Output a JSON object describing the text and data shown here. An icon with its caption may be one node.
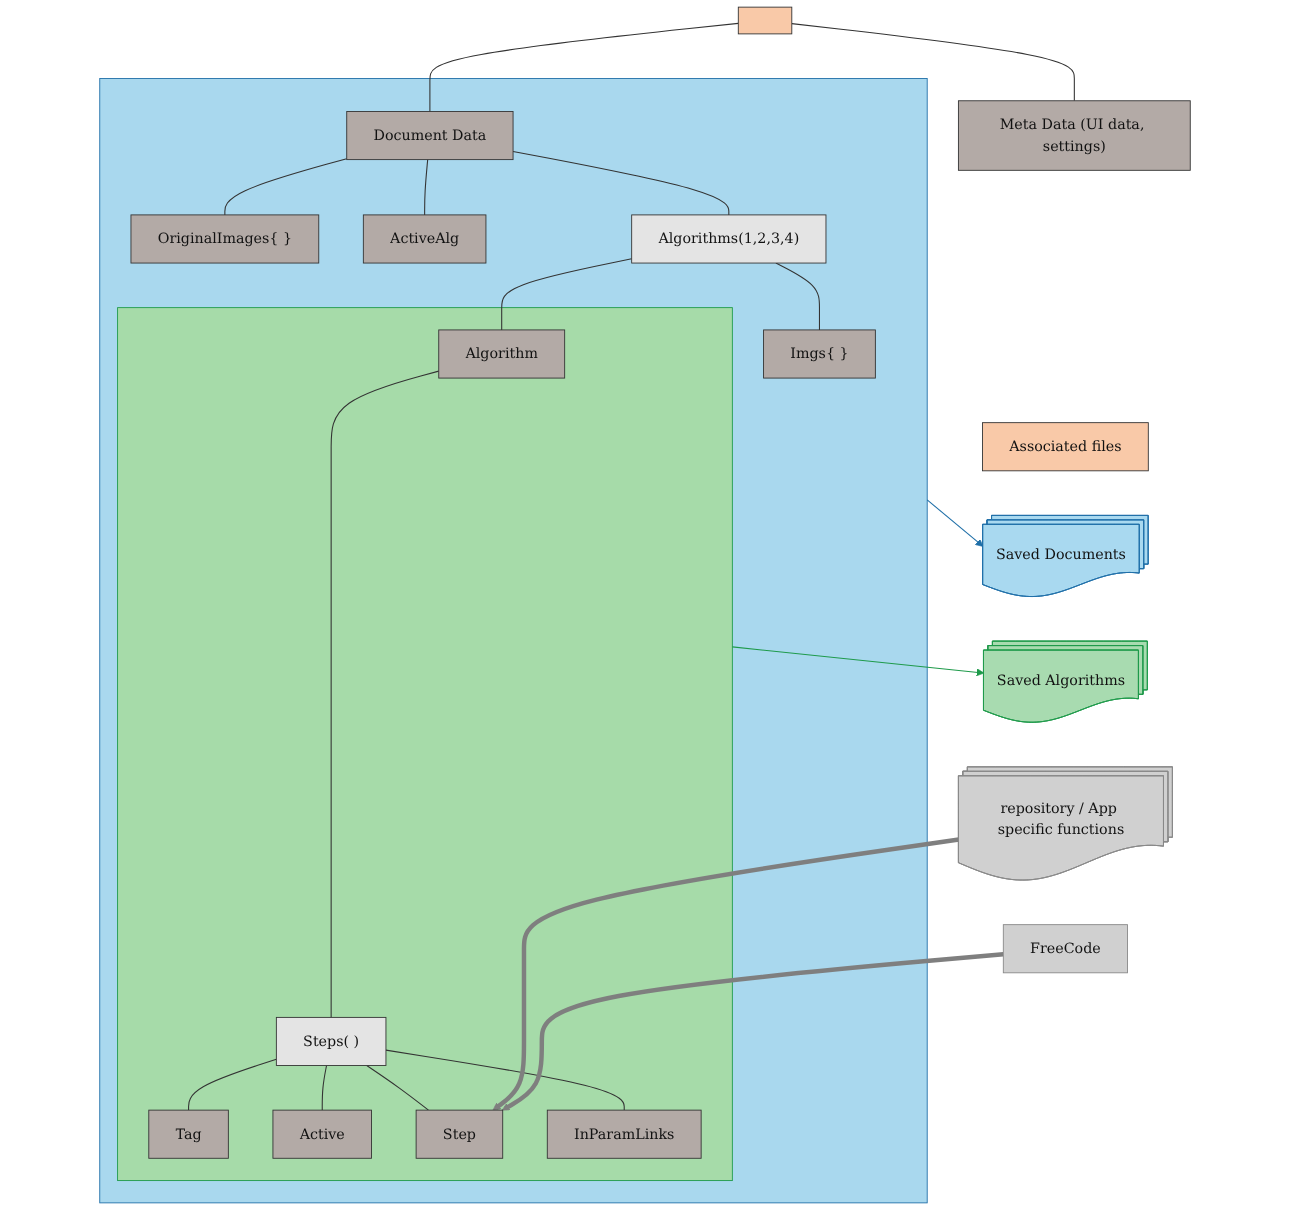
{
  "diagram": {
    "nodes": [
      {
        "text": [],
        "shape": "box"
      },
      {
        "text": [
          "Meta Data (UI data, settings)"
        ]
      },
      {
        "text": [],
        "shape": "box"
      },
      {
        "text": [
          "Document Data"
        ],
        "in": 2
      },
      {
        "text": [
          "OriginalImages{ }"
        ],
        "in": 2
      },
      {
        "text": [
          "ActiveAlg"
        ],
        "in": 2
      },
      {
        "text": [
          "Algorithms(1,2,3,4)"
        ],
        "in": 2
      },
      {
        "text": [
          "Imgs{ }"
        ],
        "in": 2
      },
      {
        "text": [],
        "shape": "box",
        "in": 2
      },
      {
        "text": [
          "Algorithm"
        ],
        "in": 8
      },
      {
        "text": [
          "Steps( )"
        ],
        "in": 8
      },
      {
        "text": [
          "Tag"
        ],
        "in": 8
      },
      {
        "text": [
          "Active"
        ],
        "in": 8
      },
      {
        "text": [
          "Step"
        ],
        "in": 8
      },
      {
        "text": [
          "InParamLinks"
        ],
        "in": 8
      },
      {
        "text": [
          "Associated files"
        ]
      },
      {
        "text": [
          "Saved Documents"
        ]
      },
      {
        "text": [
          "Saved Algorithms"
        ]
      },
      {
        "text": [
          "repository / App specific functions"
        ]
      },
      {
        "text": [
          "FreeCode"
        ]
      }
    ],
    "edges": [
      {
        "from": 0,
        "to": 1,
        "arrow": "none"
      },
      {
        "from": 0,
        "to": 3,
        "arrow": "none"
      },
      {
        "from": 3,
        "to": 4,
        "arrow": "none"
      },
      {
        "from": 3,
        "to": 5,
        "arrow": "none"
      },
      {
        "from": 3,
        "to": 6,
        "arrow": "none"
      },
      {
        "from": 6,
        "to": 7,
        "arrow": "none"
      },
      {
        "from": 6,
        "to": 9,
        "arrow": "none"
      },
      {
        "from": 9,
        "to": 10,
        "arrow": "none"
      },
      {
        "from": 10,
        "to": 11,
        "arrow": "none"
      },
      {
        "from": 10,
        "to": 12,
        "arrow": "none"
      },
      {
        "from": 10,
        "to": 13,
        "arrow": "none"
      },
      {
        "from": 10,
        "to": 14,
        "arrow": "none"
      },
      {
        "from": 2,
        "to": 16,
        "arrow": "to",
        "color": "#1f6fa8"
      },
      {
        "from": 8,
        "to": 17,
        "arrow": "to",
        "color": "#1e9a4a"
      },
      {
        "from": 18,
        "to": 13,
        "arrow": "to",
        "style": "thick",
        "color": "#7f7f7f"
      },
      {
        "from": 19,
        "to": 13,
        "arrow": "to",
        "style": "thick",
        "color": "#7f7f7f"
      }
    ]
  }
}
